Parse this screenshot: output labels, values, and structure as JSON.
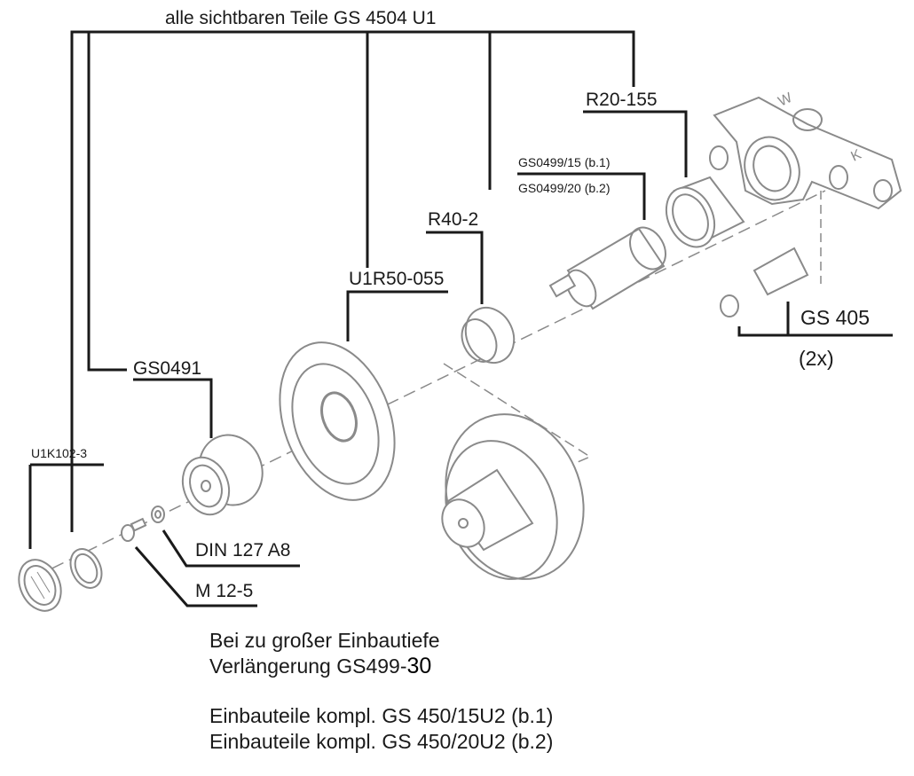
{
  "title": "alle sichtbaren Teile GS 4504 U1",
  "parts": {
    "r20_155": "R20-155",
    "gs0499_15": "GS0499/15 (b.1)",
    "gs0499_20": "GS0499/20 (b.2)",
    "r40_2": "R40-2",
    "u1r50_055": "U1R50-055",
    "gs0491": "GS0491",
    "u1k102_3": "U1K102-3",
    "din127": "DIN 127 A8",
    "m12_5": "M 12-5",
    "gs405": "GS 405",
    "gs405_qty": "(2x)"
  },
  "body_markings": {
    "warm": "W",
    "cold": "K"
  },
  "notes": {
    "line1": "Bei zu großer Einbautiefe",
    "line2_prefix": "Verlängerung GS499-",
    "line2_suffix": "30",
    "line3": "Einbauteile kompl. GS 450/15U2 (b.1)",
    "line4": "Einbauteile kompl. GS 450/20U2 (b.2)"
  },
  "colors": {
    "line": "#1a1a1a",
    "drawing": "#8a8a8a"
  }
}
